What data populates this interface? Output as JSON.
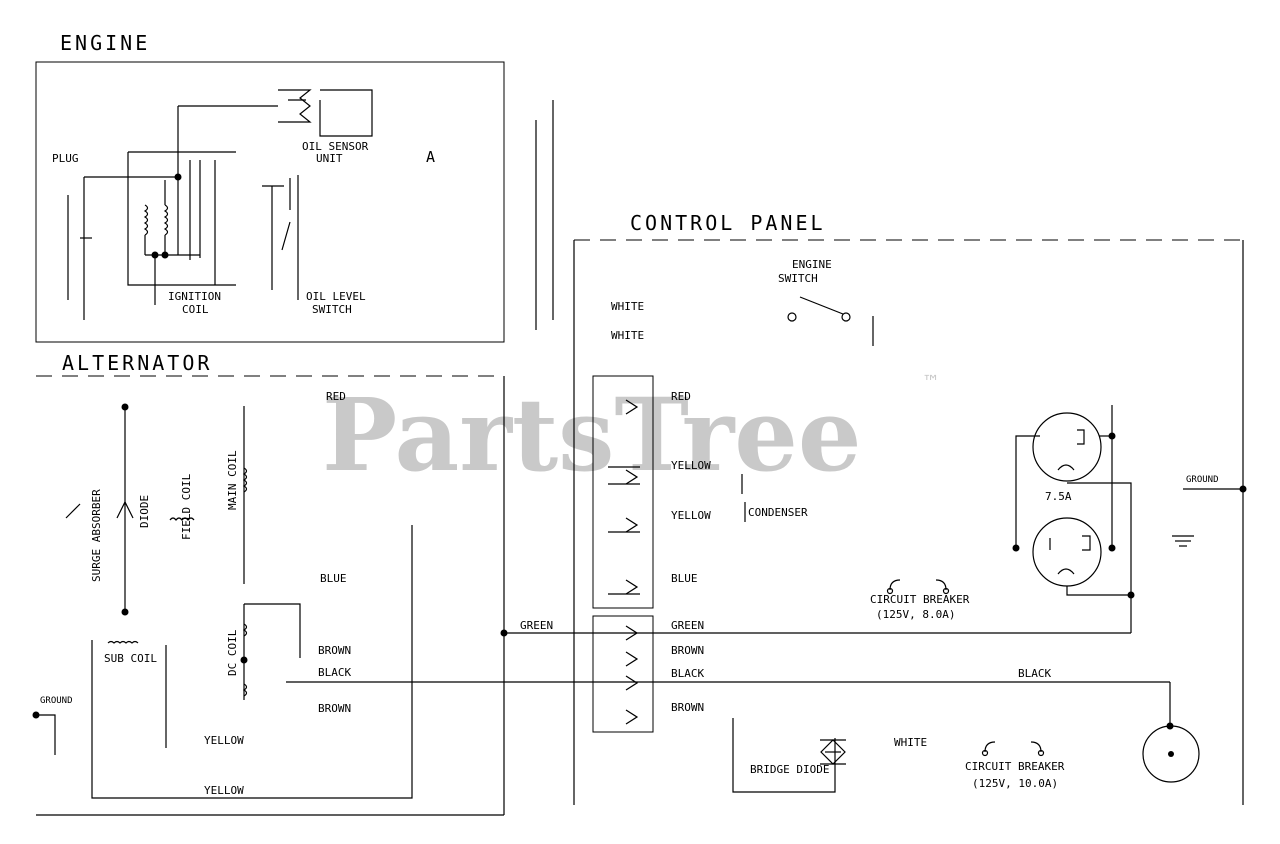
{
  "watermark": {
    "brand": "PartsTree",
    "tm": "™"
  },
  "sections": {
    "engine": "ENGINE",
    "alternator": "ALTERNATOR",
    "control_panel": "CONTROL PANEL"
  },
  "engine": {
    "plug": "PLUG",
    "oil_sensor": [
      "OIL SENSOR",
      "UNIT"
    ],
    "ignition_coil": [
      "IGNITION",
      "COIL"
    ],
    "oil_level_switch": [
      "OIL LEVEL",
      "SWITCH"
    ],
    "marker_a": "A"
  },
  "alternator": {
    "surge_absorber": "SURGE ABSORBER",
    "diode": "DIODE",
    "field_coil": "FIELD COIL",
    "main_coil": "MAIN COIL",
    "dc_coil": "DC COIL",
    "sub_coil": "SUB COIL",
    "ground": "GROUND",
    "wires": {
      "red": "RED",
      "blue": "BLUE",
      "brown1": "BROWN",
      "black": "BLACK",
      "brown2": "BROWN",
      "yellow1": "YELLOW",
      "yellow2": "YELLOW"
    }
  },
  "control_panel": {
    "engine_switch": [
      "ENGINE",
      "SWITCH"
    ],
    "white1": "WHITE",
    "white2": "WHITE",
    "connector_wires": [
      "RED",
      "YELLOW",
      "YELLOW",
      "BLUE",
      "GREEN",
      "BROWN",
      "BLACK",
      "BROWN"
    ],
    "condenser": "CONDENSER",
    "circuit_breaker_1": [
      "CIRCUIT BREAKER",
      "(125V, 8.0A)"
    ],
    "circuit_breaker_2": [
      "CIRCUIT BREAKER",
      "(125V, 10.0A)"
    ],
    "receptacle_rating": "7.5A",
    "ground": "GROUND",
    "green": "GREEN",
    "black": "BLACK",
    "bridge_diode": "BRIDGE DIODE",
    "white3": "WHITE"
  }
}
